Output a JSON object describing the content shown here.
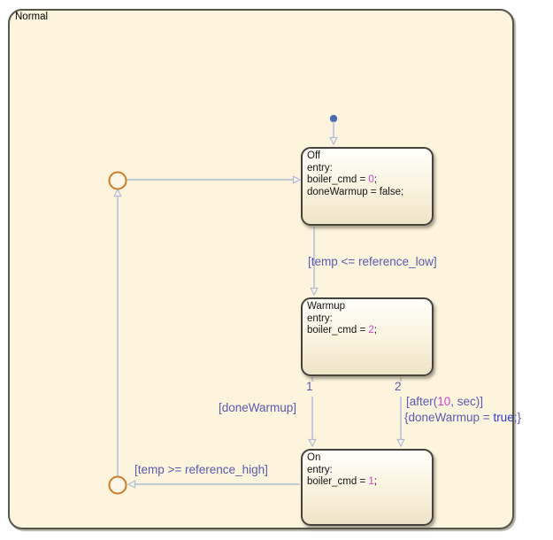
{
  "frame": {
    "title": "Normal"
  },
  "states": {
    "off": {
      "title": "Off",
      "entry_label": "entry:",
      "line1_pre": "boiler_cmd = ",
      "line1_num": "0",
      "line1_post": ";",
      "line2": "doneWarmup = false;"
    },
    "warmup": {
      "title": "Warmup",
      "entry_label": "entry:",
      "line1_pre": "boiler_cmd = ",
      "line1_num": "2",
      "line1_post": ";"
    },
    "on": {
      "title": "On",
      "entry_label": "entry:",
      "line1_pre": "boiler_cmd = ",
      "line1_num": "1",
      "line1_post": ";"
    }
  },
  "transitions": {
    "off_to_warmup": {
      "label": "[temp <= reference_low]"
    },
    "warmup_to_on_1": {
      "port": "1",
      "label": "[doneWarmup]"
    },
    "warmup_to_on_2": {
      "port": "2",
      "label_pre": "[after(",
      "label_num": "10",
      "label_post": ", sec)]",
      "action_pre": "{doneWarmup = ",
      "action_kw": "true",
      "action_post": ";}"
    },
    "on_to_junction": {
      "label": "[temp >= reference_high]"
    }
  },
  "colors": {
    "bg-cream": "#fcf4dd",
    "frame-border": "#55554a",
    "state-border": "#45433c",
    "line-color": "#b2bbd9",
    "label-color": "#5a5aae",
    "literal-color": "#d943cd",
    "keyword-color": "#2b3bd1",
    "junction-color": "#cf7c28",
    "dot-color": "#4a6ab1"
  }
}
